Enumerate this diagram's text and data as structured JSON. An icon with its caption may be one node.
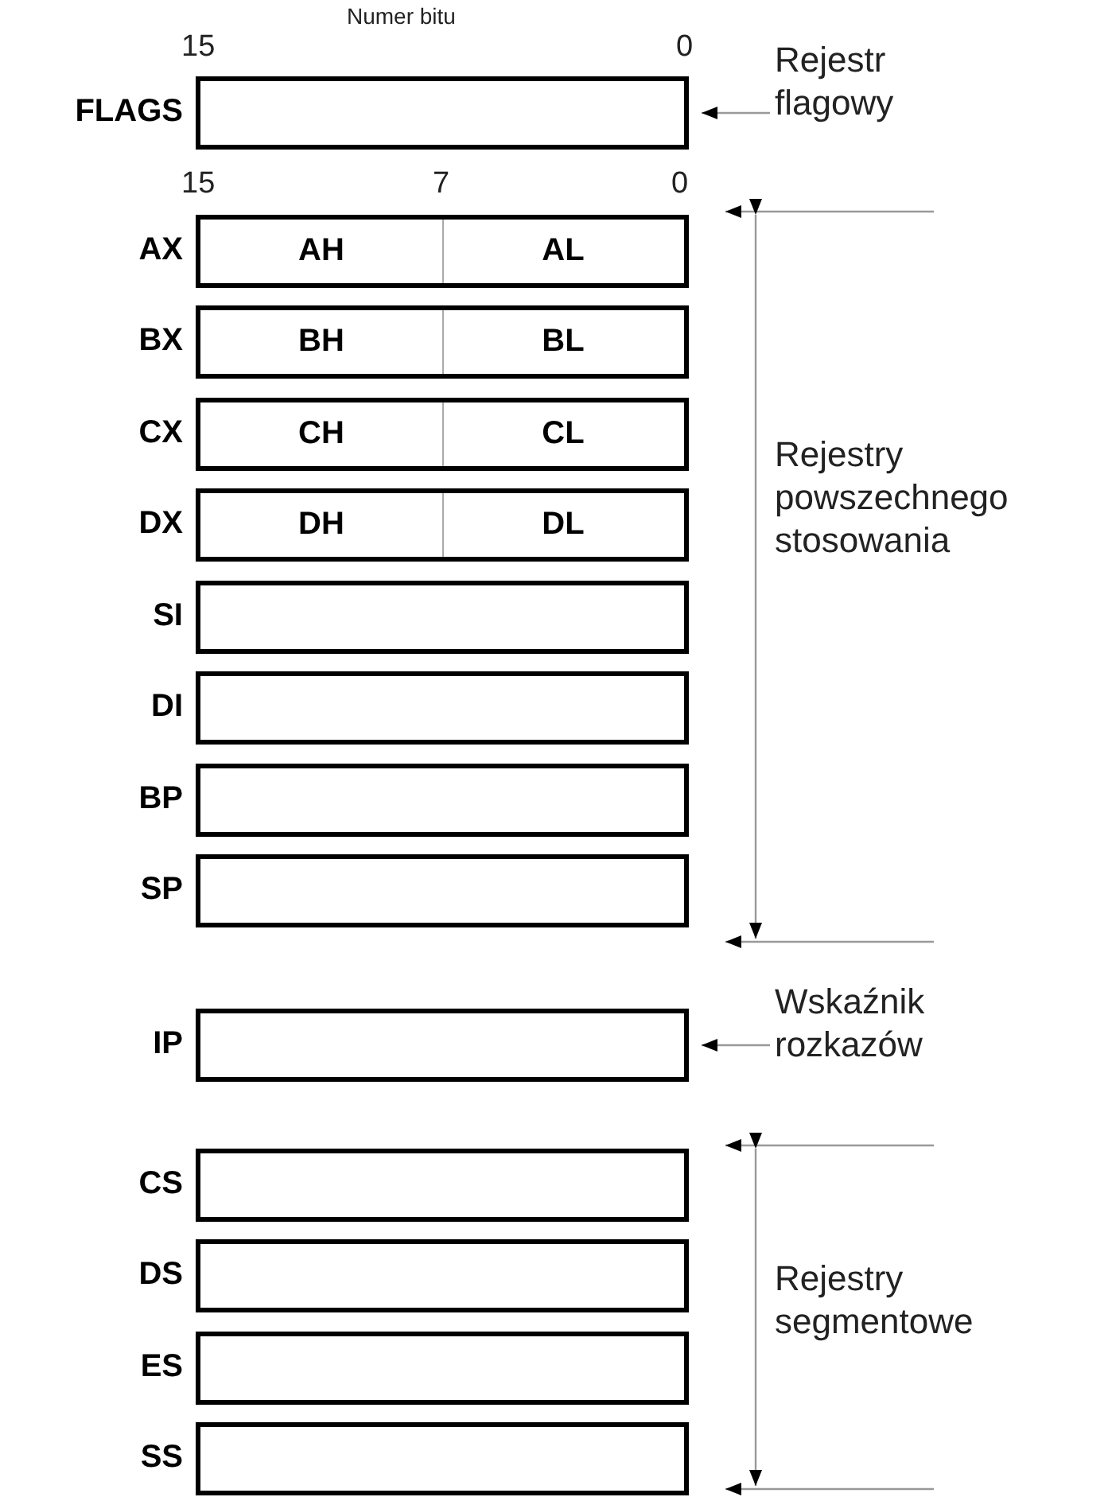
{
  "diagram": {
    "nodes": [
      {
        "text": [],
        "shape": "box",
        "beside": [
          "FLAGS"
        ]
      },
      {
        "text": [
          "AH",
          "AL"
        ],
        "beside": [
          "AX"
        ]
      },
      {
        "text": [
          "BH",
          "BL"
        ],
        "beside": [
          "BX"
        ]
      },
      {
        "text": [
          "CH",
          "CL"
        ],
        "beside": [
          "CX"
        ]
      },
      {
        "text": [
          "DH",
          "DL"
        ],
        "beside": [
          "DX"
        ]
      },
      {
        "text": [],
        "shape": "box",
        "beside": [
          "SI"
        ]
      },
      {
        "text": [],
        "shape": "box",
        "beside": [
          "DI"
        ]
      },
      {
        "text": [],
        "shape": "box",
        "beside": [
          "BP"
        ]
      },
      {
        "text": [],
        "shape": "box",
        "beside": [
          "SP"
        ]
      },
      {
        "text": [],
        "shape": "box",
        "beside": [
          "IP"
        ]
      },
      {
        "text": [],
        "shape": "box",
        "beside": [
          "CS"
        ]
      },
      {
        "text": [],
        "shape": "box",
        "beside": [
          "DS"
        ]
      },
      {
        "text": [],
        "shape": "box",
        "beside": [
          "ES"
        ]
      },
      {
        "text": [],
        "shape": "box",
        "beside": [
          "SS"
        ]
      },
      {
        "text": [
          "Rejestr flagowy"
        ]
      },
      {
        "text": [
          "Wskaźnik rozkazów"
        ]
      }
    ],
    "edges": [
      {
        "from": 14,
        "to": 0,
        "arrow": "to"
      },
      {
        "from": 15,
        "to": 9,
        "arrow": "to"
      }
    ],
    "labels": [
      "Numer bitu",
      "15",
      "0",
      "15",
      "7",
      "0",
      "Rejestry powszechnego stosowania",
      "Rejestry segmentowe"
    ]
  }
}
